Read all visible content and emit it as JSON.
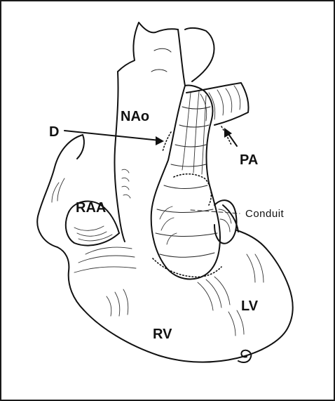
{
  "labels": {
    "d": "D",
    "nao": "NAo",
    "pa": "PA",
    "raa": "RAA",
    "conduit": "Conduit",
    "rv": "RV",
    "lv": "LV"
  }
}
